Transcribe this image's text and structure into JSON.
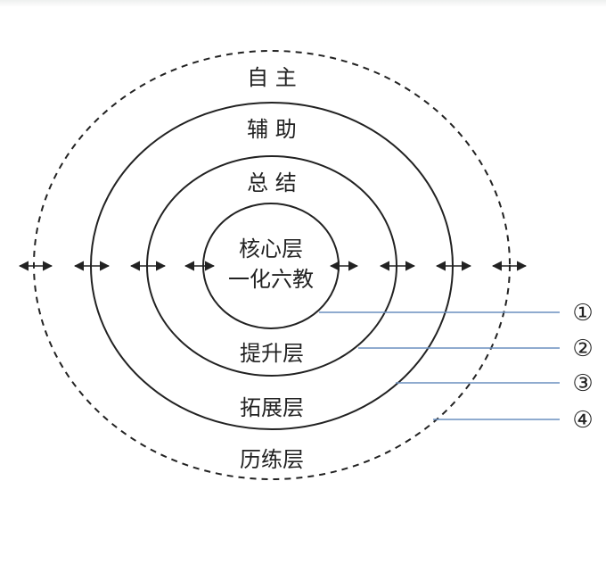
{
  "layers": {
    "outer_top": "自 主",
    "second_top": "辅 助",
    "third_top": "总 结",
    "core_line1": "核心层",
    "core_line2": "一化六教",
    "third_bottom": "提升层",
    "second_bottom": "拓展层",
    "outer_bottom": "历练层"
  },
  "callouts": [
    "①",
    "②",
    "③",
    "④"
  ],
  "colors": {
    "line": "#222222",
    "leader": "#6a8fbf"
  }
}
